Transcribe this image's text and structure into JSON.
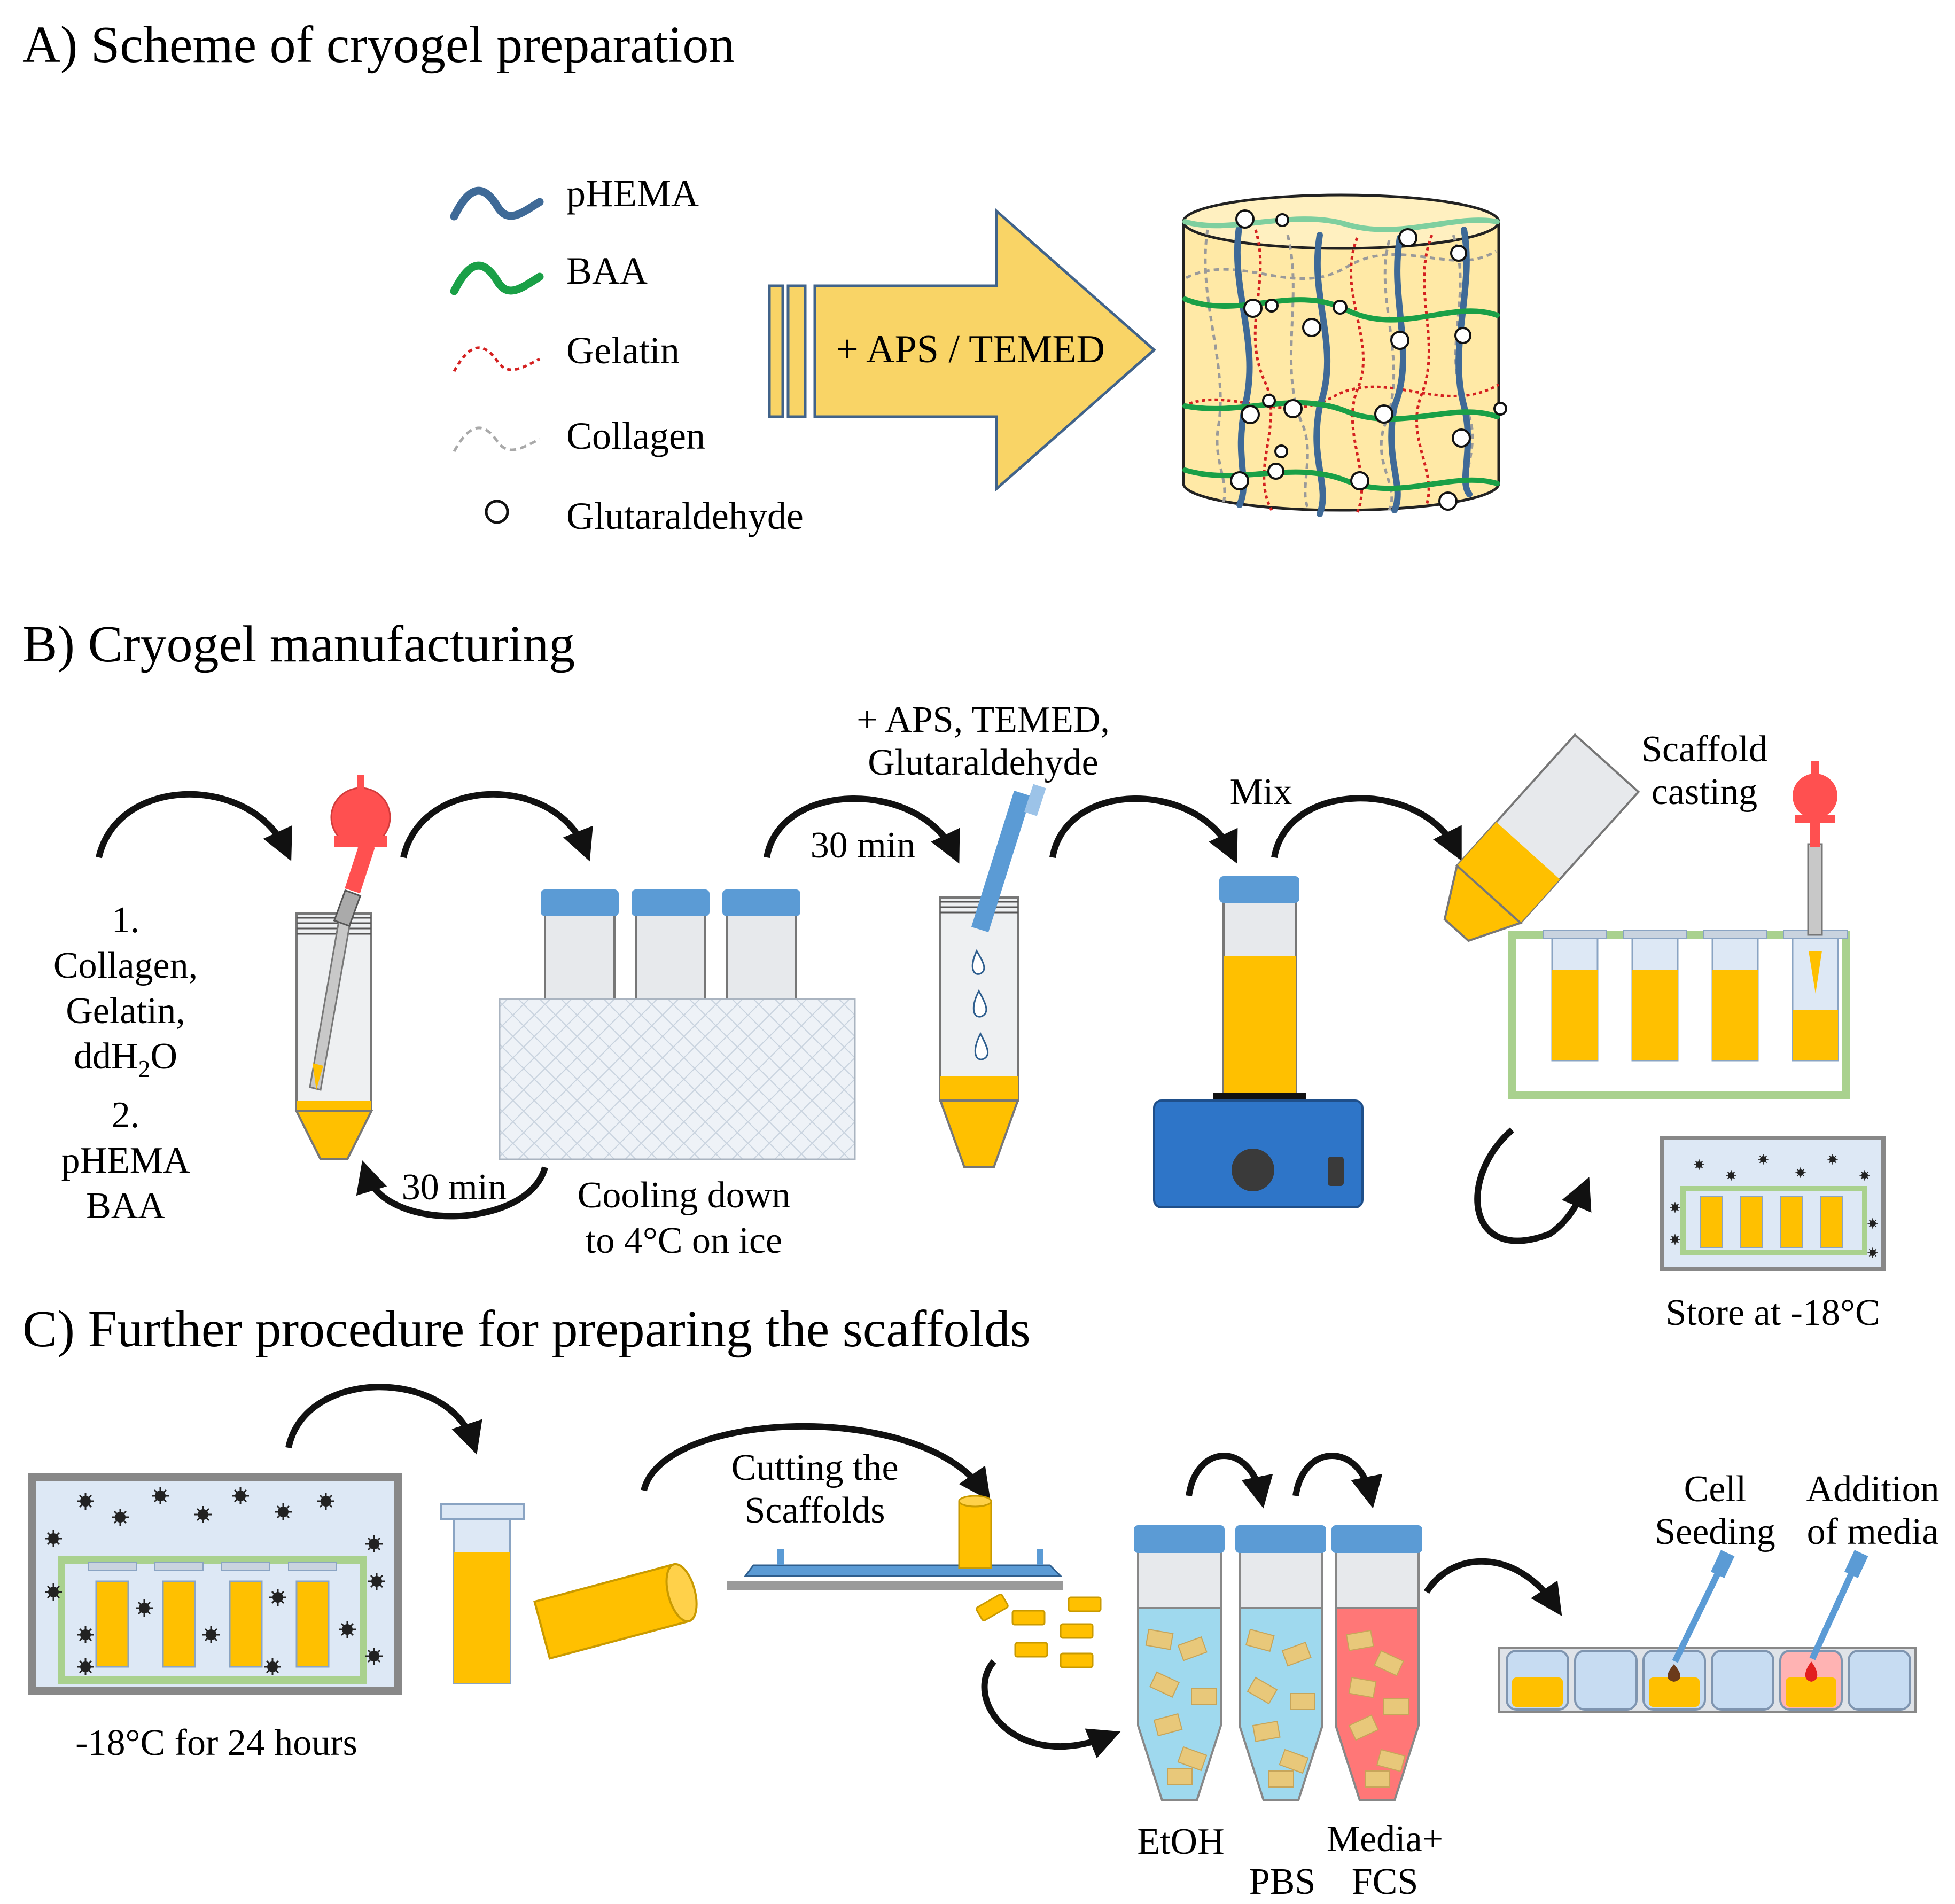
{
  "sections": {
    "a": {
      "title": "A) Scheme of cryogel preparation"
    },
    "b": {
      "title": "B) Cryogel manufacturing"
    },
    "c": {
      "title": "C) Further procedure for preparing the scaffolds"
    }
  },
  "legend": {
    "items": [
      {
        "label": "pHEMA",
        "icon": "wave-line-icon",
        "color": "#3f6a97"
      },
      {
        "label": "BAA",
        "icon": "wave-line-icon",
        "color": "#1aa047"
      },
      {
        "label": "Gelatin",
        "icon": "dotted-wave-icon",
        "color": "#d42020"
      },
      {
        "label": "Collagen",
        "icon": "dashed-wave-icon",
        "color": "#a9a9a9"
      },
      {
        "label": "Glutaraldehyde",
        "icon": "circle-icon",
        "color": "#000000"
      }
    ]
  },
  "a_arrow": {
    "label": "+ APS / TEMED",
    "color": "#f9d466"
  },
  "b": {
    "step_list": {
      "n1": "1.",
      "l1a": "Collagen,",
      "l1b": "Gelatin,",
      "l1c_main": "ddH",
      "l1c_sub": "2",
      "l1c_end": "O",
      "n2": "2.",
      "l2a": "pHEMA",
      "l2b": "BAA"
    },
    "time_lower": "30 min",
    "cooling_1": "Cooling  down",
    "cooling_2": "to 4°C on ice",
    "additives_1": "+ APS, TEMED,",
    "additives_2": "Glutaraldehyde",
    "time_upper": "30 min",
    "mix": "Mix",
    "casting_1": "Scaffold",
    "casting_2": "casting",
    "store": "Store at -18°C"
  },
  "c": {
    "freeze": "-18°C for 24 hours",
    "cut_1": "Cutting the",
    "cut_2": "Scaffolds",
    "etoh": "EtOH",
    "pbs": "PBS",
    "media_1": "Media+",
    "media_2": "FCS",
    "seed_1": "Cell",
    "seed_2": "Seeding",
    "add_1": "Addition",
    "add_2": "of media"
  },
  "colors": {
    "gel_yellow": "#ffc000",
    "cap_blue": "#5b9bd5",
    "bulb_red": "#ff5050",
    "rack_green": "#a9d18e",
    "freezer_blue": "#dde8f5",
    "stirrer_blue": "#2e75c8",
    "wash_blue": "#8fd3ea",
    "media_red": "#ff6f6f"
  }
}
